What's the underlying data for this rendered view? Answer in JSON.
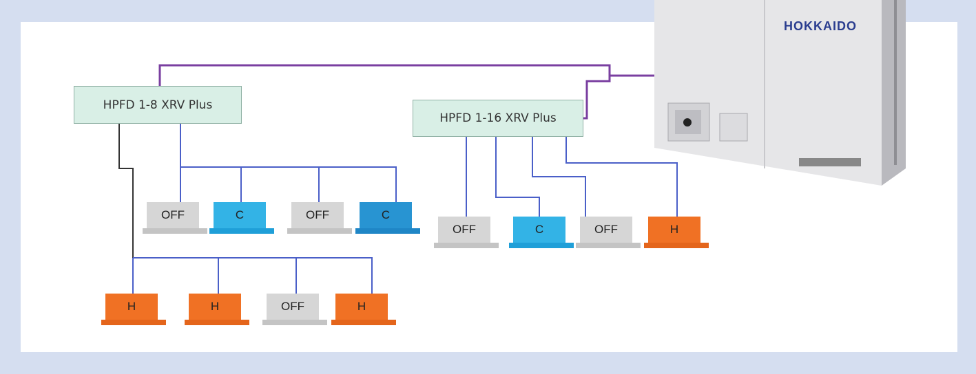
{
  "colors": {
    "background_frame": "#d5def0",
    "controller_fill": "#d9efe6",
    "wire_main": "#7a3fa0",
    "wire_branch": "#4a5fc8",
    "wire_dark": "#333333",
    "off": "#d6d6d6",
    "cool": "#33b3e6",
    "heat": "#f07124"
  },
  "outdoor_unit": {
    "brand": "HOKKAIDO"
  },
  "controllers": [
    {
      "label": "HPFD 1-8 XRV Plus"
    },
    {
      "label": "HPFD 1-16 XRV Plus"
    }
  ],
  "units": [
    {
      "label": "OFF",
      "mode": "off"
    },
    {
      "label": "C",
      "mode": "cool"
    },
    {
      "label": "OFF",
      "mode": "off"
    },
    {
      "label": "C",
      "mode": "cool"
    },
    {
      "label": "H",
      "mode": "heat"
    },
    {
      "label": "H",
      "mode": "heat"
    },
    {
      "label": "OFF",
      "mode": "off"
    },
    {
      "label": "H",
      "mode": "heat"
    },
    {
      "label": "OFF",
      "mode": "off"
    },
    {
      "label": "C",
      "mode": "cool"
    },
    {
      "label": "OFF",
      "mode": "off"
    },
    {
      "label": "H",
      "mode": "heat"
    }
  ]
}
